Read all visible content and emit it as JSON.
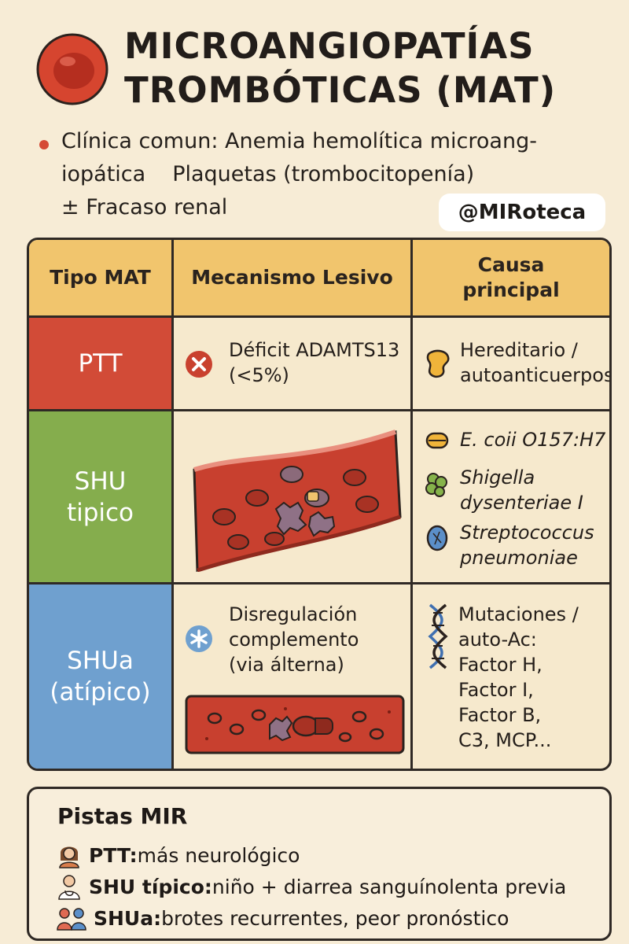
{
  "header": {
    "title_line_1": "MICROANGIOPATÍAS",
    "title_line_2": "TROMBÓTICAS (MAT)",
    "icon": "red-blood-cell-icon"
  },
  "intro": {
    "line_1": "Clínica comun: Anemia hemolítica microang-",
    "line_2_a": "iopática",
    "line_2_b": "Plaquetas (trombocitopenía)",
    "line_3": "± Fracaso renal"
  },
  "handle": "@MIRoteca",
  "table": {
    "headers": {
      "type": "Tipo MAT",
      "mechanism": "Mecanismo Lesivo",
      "cause_line_1": "Causa",
      "cause_line_2": "principal"
    },
    "rows": [
      {
        "type_lines": [
          "PTT"
        ],
        "color": "#d24b37",
        "mechanism_lines": [
          "Déficit ADAMTS13",
          "(<5%)"
        ],
        "mechanism_icon": "x-circle-icon",
        "causes": [
          {
            "icon": "antibody-icon",
            "lines": [
              "Hereditario /",
              "autoanticuerpos"
            ]
          }
        ]
      },
      {
        "type_lines": [
          "SHU",
          "tipico"
        ],
        "color": "#85ad4d",
        "mechanism_icon": "blood-vessel-thrombus-icon",
        "causes": [
          {
            "icon": "bacteria-rod-icon",
            "lines": [
              "E. coii O157:H7"
            ]
          },
          {
            "icon": "bacteria-cluster-icon",
            "lines": [
              "Shigella",
              "dysenteriae I"
            ]
          },
          {
            "icon": "bacteria-capsule-icon",
            "lines": [
              "Streptococcus",
              "pneumoniae"
            ]
          }
        ]
      },
      {
        "type_lines": [
          "SHUa",
          "(atípico)"
        ],
        "color": "#6fa0cf",
        "mechanism_lines": [
          "Disregulación",
          "complemento",
          "(via álterna)"
        ],
        "mechanism_icon": "complement-asterisk-icon",
        "causes": [
          {
            "icon": "dna-icon",
            "lines": [
              "Mutaciones /",
              "auto-Ac:",
              "Factor H,",
              "Factor I,",
              "Factor B,",
              "C3, MCP..."
            ]
          }
        ]
      }
    ]
  },
  "clues": {
    "title": "Pistas MIR",
    "items": [
      {
        "icon": "patient-woman-icon",
        "label": "PTT:",
        "text": " más neurológico"
      },
      {
        "icon": "doctor-child-icon",
        "label": "SHU típico:",
        "text": " niño + diarrea sanguínolenta previa"
      },
      {
        "icon": "family-icon",
        "label": "SHUa:",
        "text": " brotes recurrentes, peor pronóstico"
      }
    ]
  },
  "colors": {
    "background": "#f7ecd6",
    "header_row": "#f1c56d",
    "ptt": "#d24b37",
    "shu": "#85ad4d",
    "shua": "#6fa0cf",
    "vessel": "#c8402f"
  }
}
